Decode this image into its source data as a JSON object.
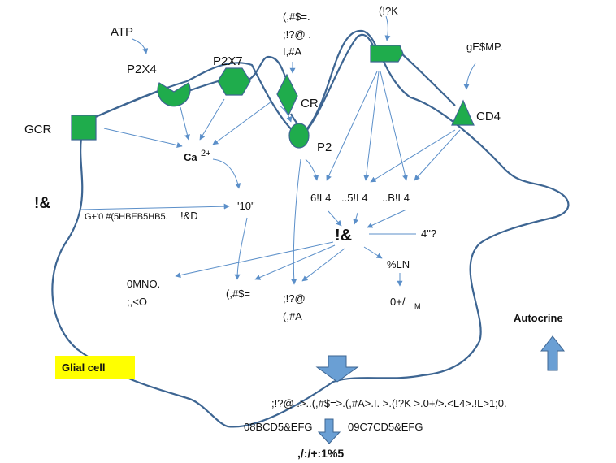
{
  "labels": {
    "atp": "ATP",
    "p2x4": "P2X4",
    "p2x7": "P2X7",
    "gcr": "GCR",
    "cr": "CR",
    "p2": "P2",
    "cd4": "CD4",
    "ca": "Ca",
    "ca_sup": "2+",
    "ligand_cr_1": "(,#$=.",
    "ligand_cr_2": ";!?@ .",
    "ligand_cr_3": "I,#A",
    "ligand_top": "(!?K",
    "ligand_cd4": "gE$MP.",
    "left_marker": "!&",
    "left_path": "G+'0  #(5HBEB5HB5.",
    "left_path_end": "!&D",
    "ten": "'10\"",
    "kinases_1": "6!L4",
    "kinases_2": "..5!L4",
    "kinases_3": "..B!L4",
    "center": "!&",
    "right_4": "4\"?",
    "pln": "%LN",
    "out_0": "0+/",
    "out_0_sub": "M",
    "left_out_1": "0MNO.",
    "left_out_2": ";,<O",
    "mid_out": "(,#$=",
    "mid2_out_1": ";!?@",
    "mid2_out_2": "(,#A",
    "autocrine": "Autocrine",
    "glial": "Glial  cell",
    "secreted": ";!?@ .>..(,#$=>.(,#A>.I. >.(!?K >.0+/>.<L4>.!L>1;0.",
    "bottom_left": "08BCD5&EFG",
    "bottom_right": "09C7CD5&EFG",
    "bottom_final": ",/:/+:1%5"
  },
  "colors": {
    "receptor_fill": "#1fac4c",
    "arrow": "#5b8fc9",
    "outline": "#3d6592",
    "glial_bg": "#ffff00",
    "block_arrow": "#6a9fd4"
  }
}
